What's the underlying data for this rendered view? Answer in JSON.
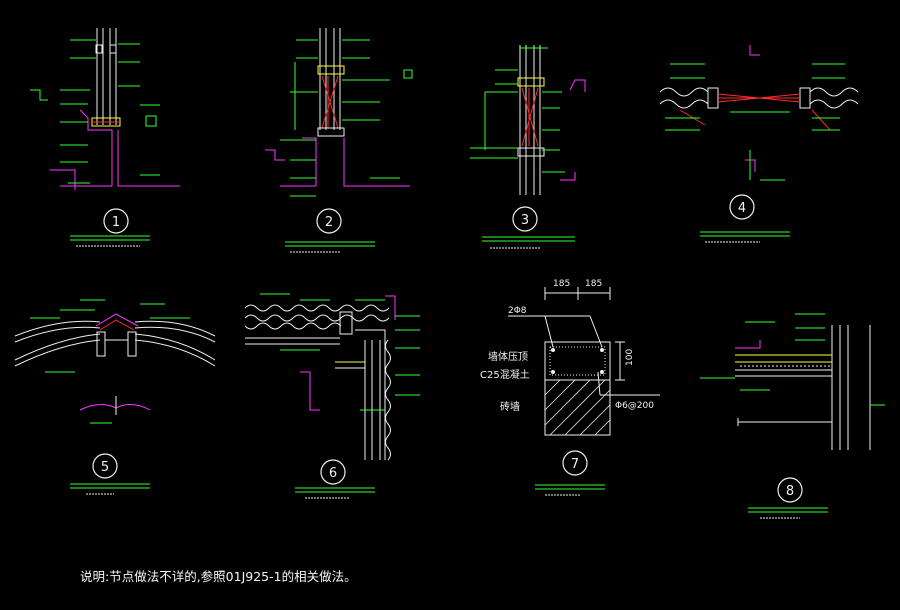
{
  "colors": {
    "background": "#000000",
    "white": "#f0f0f0",
    "green": "#35ff35",
    "magenta": "#ff33ff",
    "red": "#ff2a2a",
    "cyan": "#22e0ff",
    "yellow": "#ffff33"
  },
  "details": [
    {
      "id": "d1",
      "number": "1"
    },
    {
      "id": "d2",
      "number": "2"
    },
    {
      "id": "d3",
      "number": "3"
    },
    {
      "id": "d4",
      "number": "4"
    },
    {
      "id": "d5",
      "number": "5"
    },
    {
      "id": "d6",
      "number": "6"
    },
    {
      "id": "d7",
      "number": "7"
    },
    {
      "id": "d8",
      "number": "8"
    }
  ],
  "detail7": {
    "dim_left": "185",
    "dim_right": "185",
    "rebar_top": "2Φ8",
    "label_beam": "墙体压顶",
    "label_concrete": "C25混凝土",
    "label_wall": "砖墙",
    "dim_height": "100",
    "stirrup": "Φ6@200"
  },
  "note": "说明:节点做法不详的,参照01J925-1的相关做法。"
}
